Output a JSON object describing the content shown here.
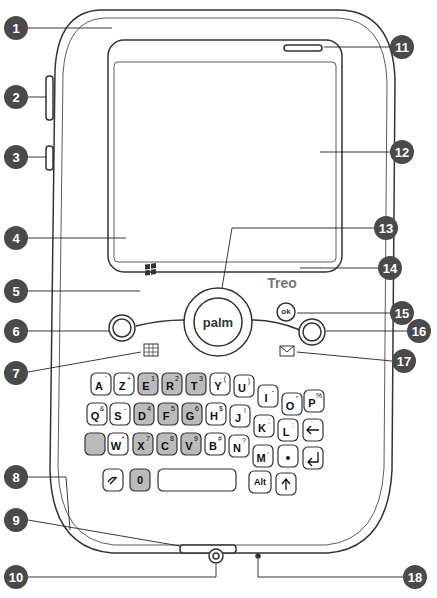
{
  "diagram": {
    "labels": [
      "1",
      "2",
      "3",
      "4",
      "5",
      "6",
      "7",
      "8",
      "9",
      "10",
      "11",
      "12",
      "13",
      "14",
      "15",
      "16",
      "17",
      "18",
      "Treo",
      "palm",
      "ok",
      "A",
      "'",
      "Z",
      "+",
      "E",
      "1",
      "R",
      "2",
      "T",
      "3",
      "Y",
      "(",
      "U",
      ")",
      "I",
      "-",
      "O",
      "\"",
      "P",
      "%",
      "Q",
      "&",
      "S",
      "-",
      "D",
      "4",
      "F",
      "5",
      "G",
      "6",
      "H",
      "$",
      "J",
      "!",
      "K",
      ";",
      "L",
      ":",
      "W",
      "*",
      "X",
      "7",
      "C",
      "8",
      "V",
      "9",
      "B",
      "#",
      "N",
      "?",
      "M",
      ",",
      "0",
      "Alt"
    ]
  }
}
